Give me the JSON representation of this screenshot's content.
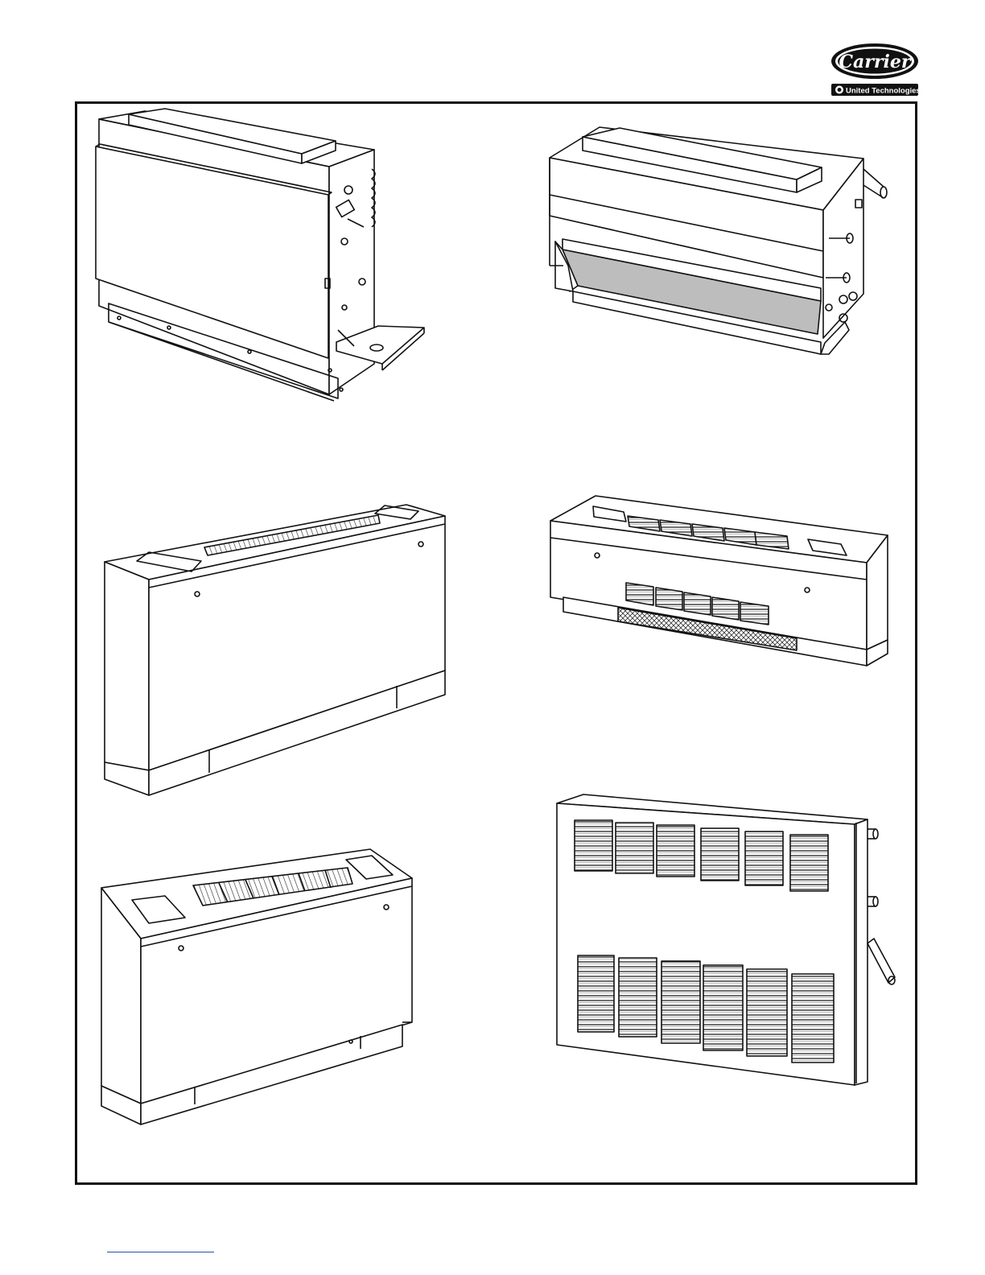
{
  "brand": {
    "name": "Carrier",
    "tagline": "United Technologies"
  },
  "figures": [
    {
      "name": "chassis-unit-open"
    },
    {
      "name": "ceiling-horizontal-unit"
    },
    {
      "name": "vertical-cabinet-unit-slant-top"
    },
    {
      "name": "low-profile-cabinet-unit"
    },
    {
      "name": "vertical-cabinet-unit-grille-top"
    },
    {
      "name": "wall-recessed-unit-louvered"
    }
  ]
}
